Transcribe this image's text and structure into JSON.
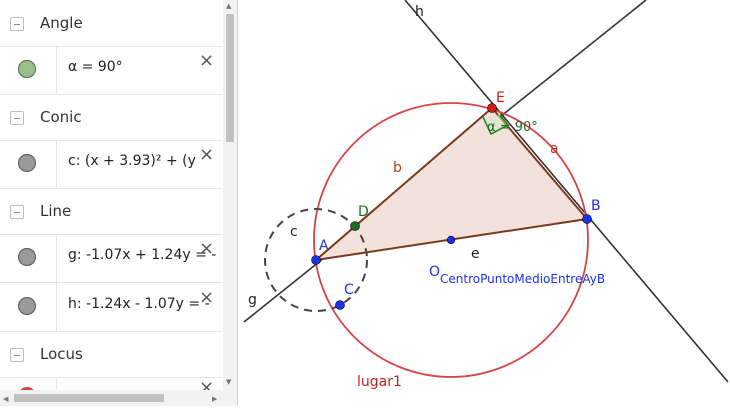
{
  "algebra": {
    "sections": [
      {
        "header": "Angle",
        "items": [
          {
            "expr": "α = 90°",
            "color": "#99c08a"
          }
        ]
      },
      {
        "header": "Conic",
        "items": [
          {
            "expr": "c: (x + 3.93)² + (y",
            "color": "#9a9a9a"
          }
        ]
      },
      {
        "header": "Line",
        "items": [
          {
            "expr": "g: -1.07x + 1.24y = -",
            "color": "#9a9a9a"
          },
          {
            "expr": "h: -1.24x - 1.07y = -",
            "color": "#9a9a9a"
          }
        ]
      },
      {
        "header": "Locus",
        "items": []
      }
    ],
    "close_glyph": "×"
  },
  "graphics": {
    "labels": {
      "h": "h",
      "g": "g",
      "E": "E",
      "a": "a",
      "b": "b",
      "B": "B",
      "D": "D",
      "c": "c",
      "A": "A",
      "e": "e",
      "C": "C",
      "O": "O",
      "O_sub": "CentroPuntoMedioEntreAyB",
      "alpha": "α = 90°",
      "lugar": "lugar1"
    },
    "colors": {
      "circle": "#d64545",
      "segment": "#7a3a1a",
      "fill": "#f3e1dc",
      "line": "#333333",
      "point_blue": "#1a33e6",
      "point_green": "#1e6b1e",
      "point_red": "#d11b1b",
      "angle": "#1e8c1e"
    }
  }
}
